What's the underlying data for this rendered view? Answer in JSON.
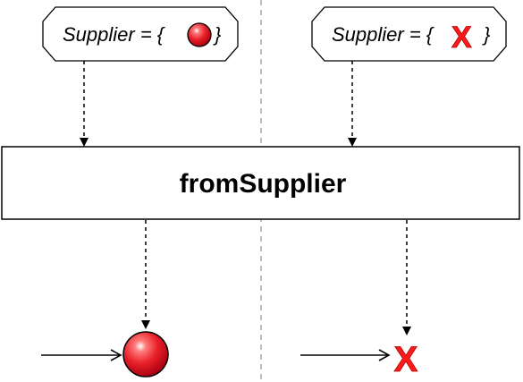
{
  "diagram": {
    "left_supplier": {
      "prefix": "Supplier = {",
      "suffix": "}",
      "item": "ball-icon"
    },
    "right_supplier": {
      "prefix": "Supplier = {",
      "suffix": "}",
      "item": "x-error-icon",
      "x_glyph": "X"
    },
    "operator": {
      "label": "fromSupplier"
    },
    "left_output": {
      "item": "ball-icon"
    },
    "right_output": {
      "item": "x-error-icon",
      "x_glyph": "X"
    },
    "colors": {
      "ball": "#e8202a",
      "error": "#ff1a1a",
      "divider": "#9a9a9a",
      "box_stroke": "#000000"
    }
  }
}
